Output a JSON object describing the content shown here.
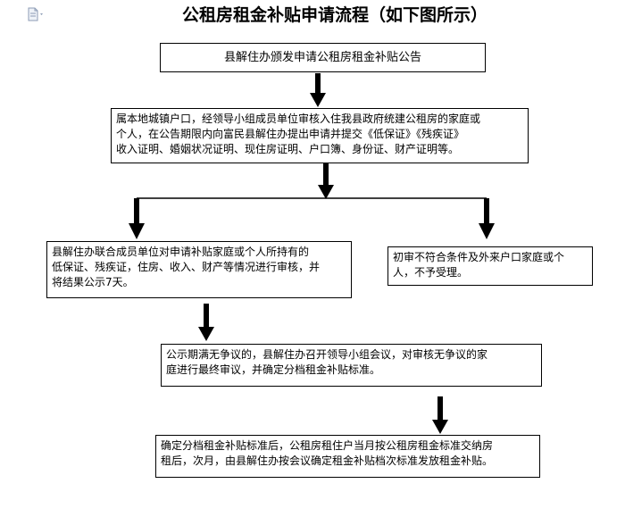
{
  "title": "公租房租金补贴申请流程（如下图所示）",
  "icons": {
    "corner": "document-icon"
  },
  "steps": {
    "announce": {
      "lines": [
        "县解住办颁发申请公租房租金补贴公告"
      ]
    },
    "apply": {
      "lines": [
        "属本地城镇户口，经领导小组成员单位审核入住我县政府统建公租房的家庭或",
        "个人，在公告期限内向富民县解住办提出申请并提交《低保证》《残疾证》",
        "收入证明、婚姻状况证明、现住房证明、户口簿、身份证、财产证明等。"
      ]
    },
    "review": {
      "lines": [
        "县解住办联合成员单位对申请补贴家庭或个人所持有的",
        "低保证、残疾证，住房、收入、财产等情况进行审核，并",
        "将结果公示7天。"
      ]
    },
    "reject": {
      "lines": [
        "初审不符合条件及外来户口家庭或个",
        "人，不予受理。"
      ]
    },
    "final_review": {
      "lines": [
        "公示期满无争议的，县解住办召开领导小组会议，对审核无争议的家",
        "庭进行最终审议，并确定分档租金补贴标准。"
      ]
    },
    "payment": {
      "lines": [
        "确定分档租金补贴标准后，公租房租住户当月按公租房租金标准交纳房",
        "租后，次月，由县解住办按会议确定租金补贴档次标准发放租金补贴。"
      ]
    }
  }
}
